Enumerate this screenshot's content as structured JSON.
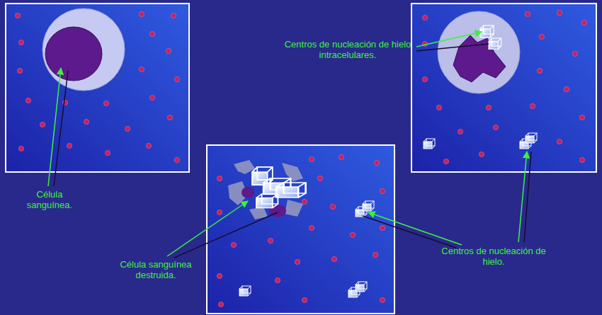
{
  "diagram": {
    "labels": [
      "Célula sanguínea.",
      "Centros de nucleación de hielo intracelulares.",
      "Célula sanguínea destruida.",
      "Centros de nucleación de hielo."
    ]
  }
}
